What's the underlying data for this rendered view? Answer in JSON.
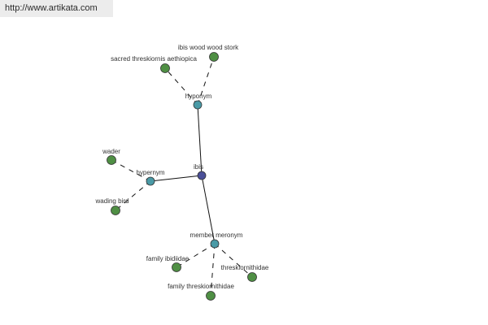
{
  "watermark": "http://www.artikata.com",
  "colors": {
    "center": "#4a4f98",
    "relation": "#4a9aa6",
    "leaf": "#4f8f44"
  },
  "graph": {
    "center": {
      "id": "ibis",
      "label": "ibis"
    },
    "relations": [
      {
        "id": "hyponym",
        "label": "hyponym",
        "link": "solid"
      },
      {
        "id": "hypernym",
        "label": "hypernym",
        "link": "solid"
      },
      {
        "id": "member-meronym",
        "label": "member meronym",
        "link": "solid"
      }
    ],
    "leaves": [
      {
        "id": "sacred",
        "label": "sacred threskiornis aethiopica",
        "parent": "hyponym"
      },
      {
        "id": "wood-stork",
        "label": "ibis wood wood stork",
        "parent": "hyponym"
      },
      {
        "id": "wader",
        "label": "wader",
        "parent": "hypernym"
      },
      {
        "id": "wading-bird",
        "label": "wading bird",
        "parent": "hypernym"
      },
      {
        "id": "family-ibidiidae",
        "label": "family ibidiidae",
        "parent": "member-meronym"
      },
      {
        "id": "threskiornithidae",
        "label": "threskiornithidae",
        "parent": "member-meronym"
      },
      {
        "id": "family-threskiornithidae",
        "label": "family threskiornithidae",
        "parent": "member-meronym"
      }
    ]
  }
}
